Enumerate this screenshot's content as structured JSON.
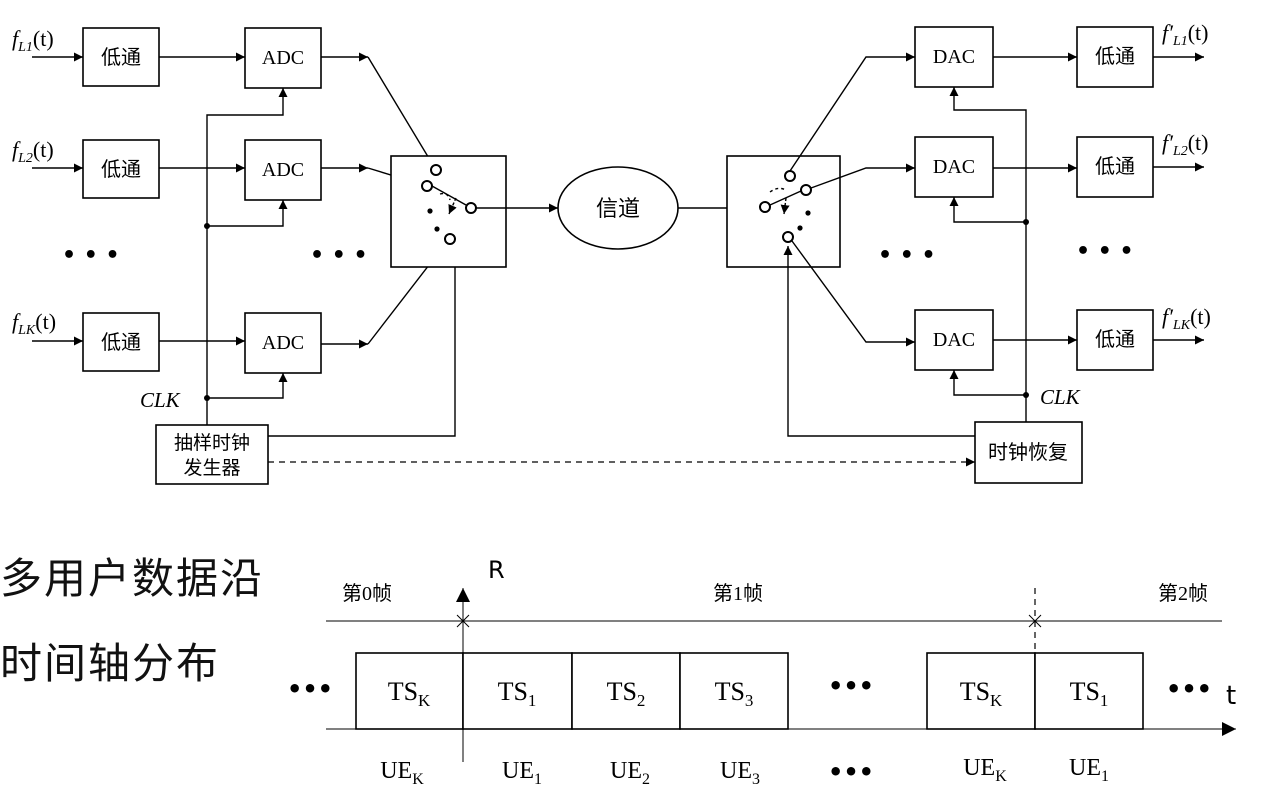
{
  "tdm_system": {
    "tx_inputs": [
      {
        "name": "f",
        "sub": "L1",
        "arg": "(t)"
      },
      {
        "name": "f",
        "sub": "L2",
        "arg": "(t)"
      },
      {
        "name": "f",
        "sub": "LK",
        "arg": "(t)"
      }
    ],
    "rx_outputs": [
      {
        "name": "f′",
        "sub": "L1",
        "arg": "(t)"
      },
      {
        "name": "f′",
        "sub": "L2",
        "arg": "(t)"
      },
      {
        "name": "f′",
        "sub": "LK",
        "arg": "(t)"
      }
    ],
    "lowpass_label": "低通",
    "adc_label": "ADC",
    "dac_label": "DAC",
    "channel_label": "信道",
    "clk_label": "CLK",
    "sampler_line1": "抽样时钟",
    "sampler_line2": "发生器",
    "clock_recovery": "时钟恢复",
    "ellipsis": "• • •"
  },
  "side_note": {
    "line1": "多用户数据沿",
    "line2": "时间轴分布"
  },
  "timeline": {
    "axis_r_label": "R",
    "axis_t_label": "t",
    "frames": [
      "第0帧",
      "第1帧",
      "第2帧"
    ],
    "slots": [
      {
        "ts": "TS",
        "ts_sub": "K",
        "ue": "UE",
        "ue_sub": "K"
      },
      {
        "ts": "TS",
        "ts_sub": "1",
        "ue": "UE",
        "ue_sub": "1"
      },
      {
        "ts": "TS",
        "ts_sub": "2",
        "ue": "UE",
        "ue_sub": "2"
      },
      {
        "ts": "TS",
        "ts_sub": "3",
        "ue": "UE",
        "ue_sub": "3"
      },
      {
        "ts": "TS",
        "ts_sub": "K",
        "ue": "UE",
        "ue_sub": "K"
      },
      {
        "ts": "TS",
        "ts_sub": "1",
        "ue": "UE",
        "ue_sub": "1"
      }
    ],
    "ellipsis": "•••"
  }
}
